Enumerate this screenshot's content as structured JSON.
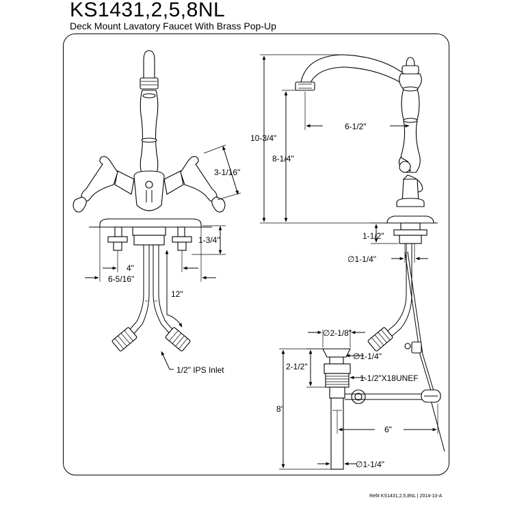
{
  "header": {
    "title": "KS1431,2,5,8NL",
    "subtitle": "Deck Mount Lavatory Faucet With Brass Pop-Up"
  },
  "dimensions": {
    "front_handle_height": "3-1/16\"",
    "deck_thickness": "1-3/4\"",
    "center_spacing": "4\"",
    "base_width": "6-5/16\"",
    "supply_length": "12\"",
    "inlet": "1/2\" IPS Inlet",
    "overall_height": "10-3/4\"",
    "spout_height": "8-1/4\"",
    "spout_reach": "6-1/2\"",
    "shank_length": "1-1/2\"",
    "shank_diameter": "∅1-1/4\"",
    "drain_flange_diameter": "∅2-1/8\"",
    "drain_body_diameter": "∅1-1/4\"",
    "drain_thread_length": "2-1/2\"",
    "drain_thread": "1-1/2\"X18UNEF",
    "drain_height": "8\"",
    "lift_rod_length": "6\"",
    "tailpiece_diameter": "∅1-1/4\""
  },
  "footer": {
    "ref": "Ref# KS1431,2,5,8NL | 2014-10-A"
  },
  "colors": {
    "line": "#000000",
    "background": "#ffffff"
  }
}
